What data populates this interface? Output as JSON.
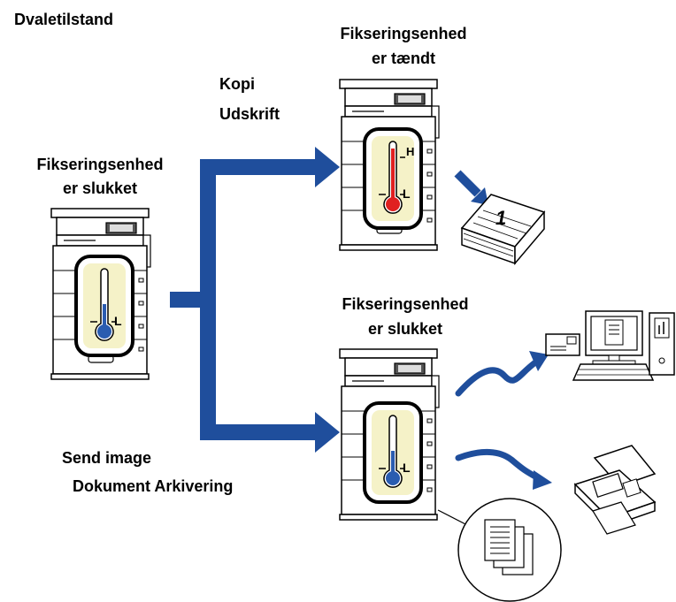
{
  "title": "Dvaletilstand",
  "left_label": [
    "Fikseringsenhed",
    "er slukket"
  ],
  "top_right_label": [
    "Fikseringsenhed",
    "er tændt"
  ],
  "bottom_right_label": [
    "Fikseringsenhed",
    "er slukket"
  ],
  "top_action": [
    "Kopi",
    "Udskrift"
  ],
  "bottom_action": [
    "Send image",
    "Dokument Arkivering"
  ],
  "thermometer_marks": {
    "high": "H",
    "low": "L"
  },
  "output_sheet_number": "1",
  "colors": {
    "arrow": "#1f4e9c",
    "hot": "#e02020",
    "cold": "#2a5cb0",
    "thermo_bg": "#f5f2c8"
  },
  "icons": [
    "printer-icon",
    "thermometer-icon",
    "document-stack-icon",
    "computer-icon",
    "fax-icon",
    "envelope-icon",
    "curved-arrow-icon"
  ]
}
